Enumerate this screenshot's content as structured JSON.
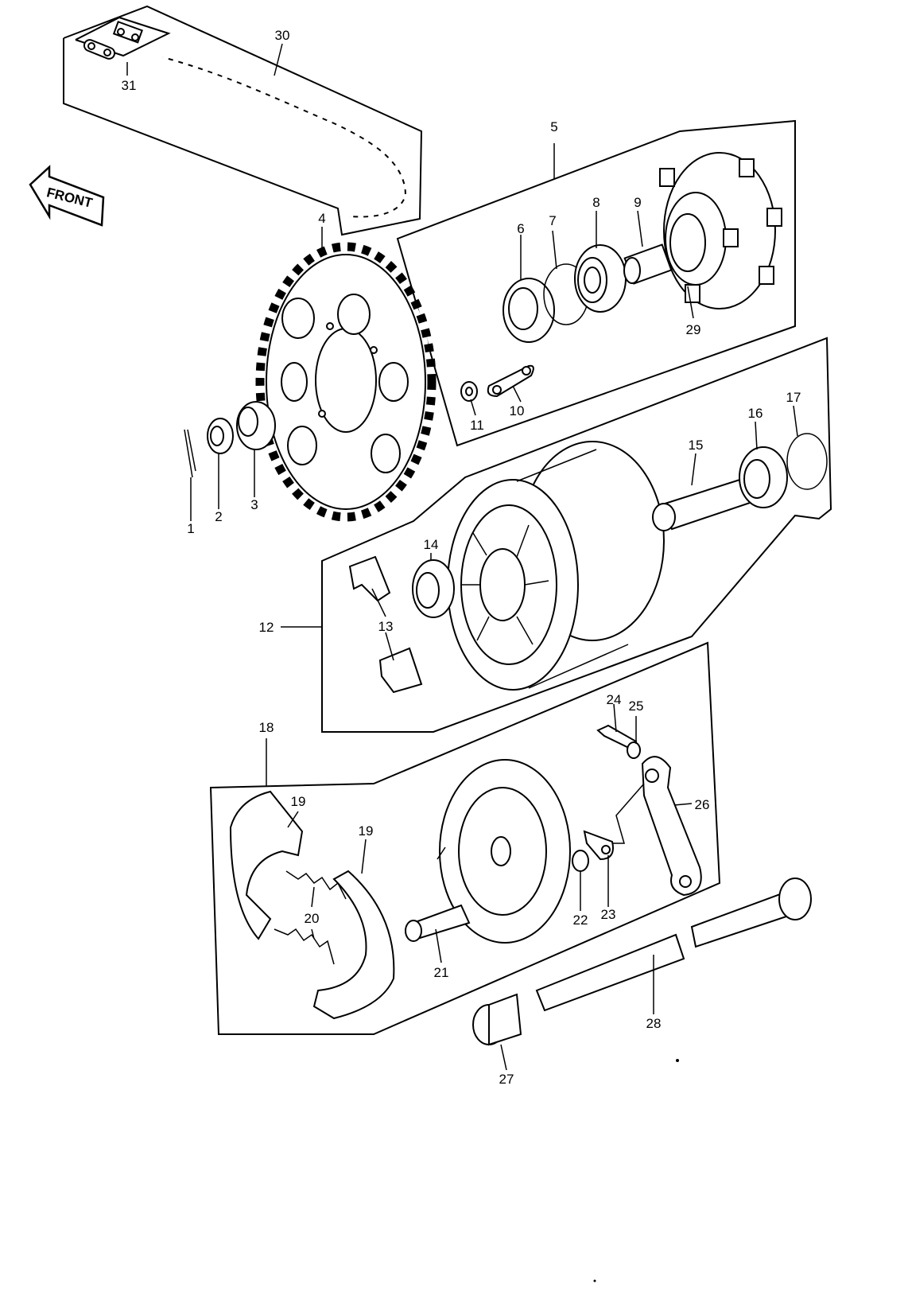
{
  "front_label": "FRONT",
  "labels": {
    "p1": "1",
    "p2": "2",
    "p3": "3",
    "p4": "4",
    "p5": "5",
    "p6": "6",
    "p7": "7",
    "p8": "8",
    "p9": "9",
    "p10": "10",
    "p11": "11",
    "p12": "12",
    "p13": "13",
    "p14": "14",
    "p15": "15",
    "p16": "16",
    "p17": "17",
    "p18": "18",
    "p19a": "19",
    "p19b": "19",
    "p20": "20",
    "p21": "21",
    "p22": "22",
    "p23": "23",
    "p24": "24",
    "p25": "25",
    "p26": "26",
    "p27": "27",
    "p28": "28",
    "p29": "29",
    "p30": "30",
    "p31": "31"
  }
}
